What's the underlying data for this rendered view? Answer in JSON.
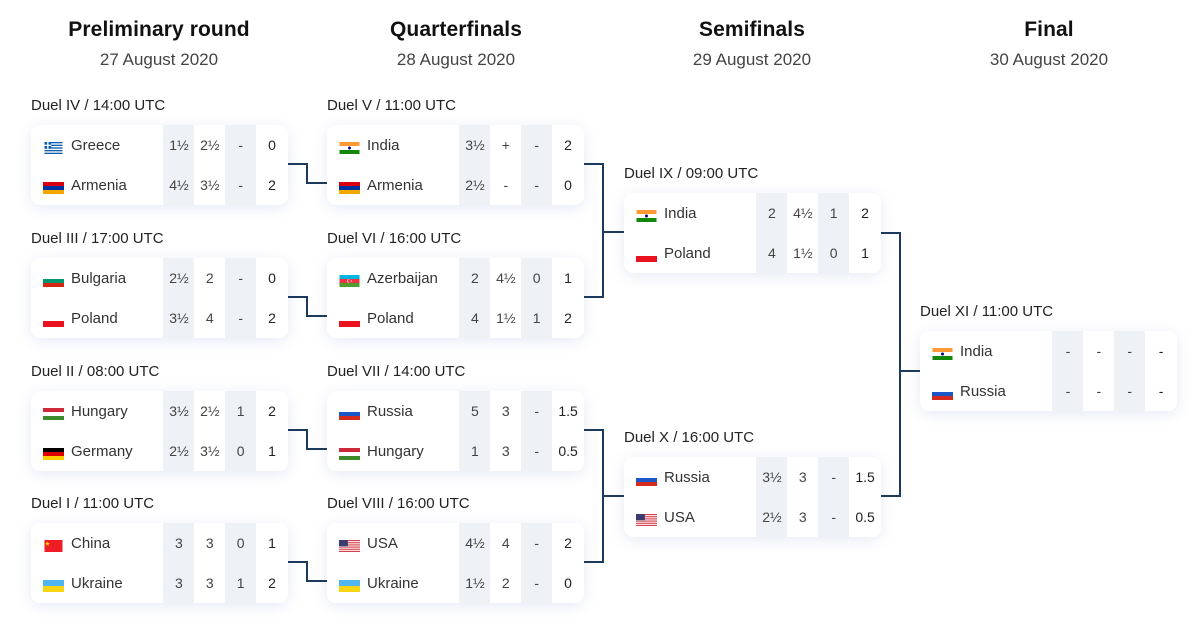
{
  "rounds": [
    {
      "title": "Preliminary round",
      "date": "27 August 2020"
    },
    {
      "title": "Quarterfinals",
      "date": "28 August 2020"
    },
    {
      "title": "Semifinals",
      "date": "29 August 2020"
    },
    {
      "title": "Final",
      "date": "30 August 2020"
    }
  ],
  "duels": {
    "d4": {
      "label": "Duel IV / 14:00 UTC",
      "teams": [
        {
          "name": "Greece",
          "flag": "greece-flag",
          "scores": [
            "1½",
            "2½",
            "-",
            "0"
          ]
        },
        {
          "name": "Armenia",
          "flag": "armenia-flag",
          "scores": [
            "4½",
            "3½",
            "-",
            "2"
          ]
        }
      ]
    },
    "d3": {
      "label": "Duel III / 17:00 UTC",
      "teams": [
        {
          "name": "Bulgaria",
          "flag": "bulgaria-flag",
          "scores": [
            "2½",
            "2",
            "-",
            "0"
          ]
        },
        {
          "name": "Poland",
          "flag": "poland-flag",
          "scores": [
            "3½",
            "4",
            "-",
            "2"
          ]
        }
      ]
    },
    "d2": {
      "label": "Duel II / 08:00 UTC",
      "teams": [
        {
          "name": "Hungary",
          "flag": "hungary-flag",
          "scores": [
            "3½",
            "2½",
            "1",
            "2"
          ]
        },
        {
          "name": "Germany",
          "flag": "germany-flag",
          "scores": [
            "2½",
            "3½",
            "0",
            "1"
          ]
        }
      ]
    },
    "d1": {
      "label": "Duel I / 11:00 UTC",
      "teams": [
        {
          "name": "China",
          "flag": "china-flag",
          "scores": [
            "3",
            "3",
            "0",
            "1"
          ]
        },
        {
          "name": "Ukraine",
          "flag": "ukraine-flag",
          "scores": [
            "3",
            "3",
            "1",
            "2"
          ]
        }
      ]
    },
    "d5": {
      "label": "Duel V / 11:00 UTC",
      "teams": [
        {
          "name": "India",
          "flag": "india-flag",
          "scores": [
            "3½",
            "+",
            "-",
            "2"
          ]
        },
        {
          "name": "Armenia",
          "flag": "armenia-flag",
          "scores": [
            "2½",
            "-",
            "-",
            "0"
          ]
        }
      ]
    },
    "d6": {
      "label": "Duel VI / 16:00 UTC",
      "teams": [
        {
          "name": "Azerbaijan",
          "flag": "azerbaijan-flag",
          "scores": [
            "2",
            "4½",
            "0",
            "1"
          ]
        },
        {
          "name": "Poland",
          "flag": "poland-flag",
          "scores": [
            "4",
            "1½",
            "1",
            "2"
          ]
        }
      ]
    },
    "d7": {
      "label": "Duel VII / 14:00 UTC",
      "teams": [
        {
          "name": "Russia",
          "flag": "russia-flag",
          "scores": [
            "5",
            "3",
            "-",
            "1.5"
          ]
        },
        {
          "name": "Hungary",
          "flag": "hungary-flag",
          "scores": [
            "1",
            "3",
            "-",
            "0.5"
          ]
        }
      ]
    },
    "d8": {
      "label": "Duel VIII / 16:00 UTC",
      "teams": [
        {
          "name": "USA",
          "flag": "usa-flag",
          "scores": [
            "4½",
            "4",
            "-",
            "2"
          ]
        },
        {
          "name": "Ukraine",
          "flag": "ukraine-flag",
          "scores": [
            "1½",
            "2",
            "-",
            "0"
          ]
        }
      ]
    },
    "d9": {
      "label": "Duel IX / 09:00 UTC",
      "teams": [
        {
          "name": "India",
          "flag": "india-flag",
          "scores": [
            "2",
            "4½",
            "1",
            "2"
          ]
        },
        {
          "name": "Poland",
          "flag": "poland-flag",
          "scores": [
            "4",
            "1½",
            "0",
            "1"
          ]
        }
      ]
    },
    "d10": {
      "label": "Duel X / 16:00 UTC",
      "teams": [
        {
          "name": "Russia",
          "flag": "russia-flag",
          "scores": [
            "3½",
            "3",
            "-",
            "1.5"
          ]
        },
        {
          "name": "USA",
          "flag": "usa-flag",
          "scores": [
            "2½",
            "3",
            "-",
            "0.5"
          ]
        }
      ]
    },
    "d11": {
      "label": "Duel XI / 11:00 UTC",
      "teams": [
        {
          "name": "India",
          "flag": "india-flag",
          "scores": [
            "-",
            "-",
            "-",
            "-"
          ]
        },
        {
          "name": "Russia",
          "flag": "russia-flag",
          "scores": [
            "-",
            "-",
            "-",
            "-"
          ]
        }
      ]
    }
  },
  "colors": {
    "connector": "#1c3a5e",
    "score_gray": "#eef1f5"
  }
}
